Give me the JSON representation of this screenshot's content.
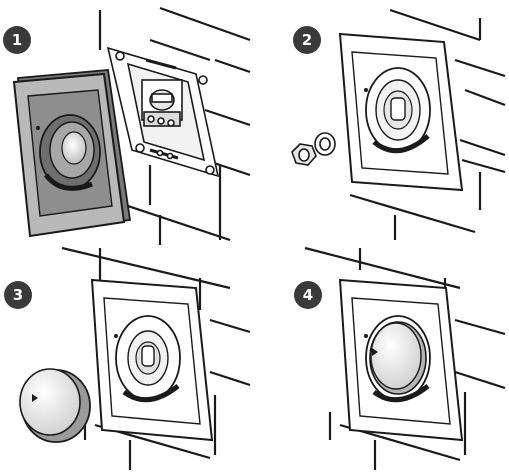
{
  "steps": [
    {
      "number": "1",
      "action": "remove-cover-and-fit-frame"
    },
    {
      "number": "2",
      "action": "fit-cover-and-tighten-nut"
    },
    {
      "number": "3",
      "action": "press-on-knob"
    },
    {
      "number": "4",
      "action": "assembled"
    }
  ],
  "colors": {
    "badge": "#3a3a3a",
    "outline": "#1a1a1a",
    "cover_gray": "#b9b9b9",
    "cover_dark": "#7a7a7a",
    "wall_line": "#1a1a1a",
    "knob_gray": "#cfcfcf"
  },
  "icons": [
    "step-badge-icon",
    "dimmer-cover-icon",
    "mounting-frame-icon",
    "hex-nut-icon",
    "washer-icon",
    "control-knob-icon",
    "arrow-marker-icon"
  ]
}
